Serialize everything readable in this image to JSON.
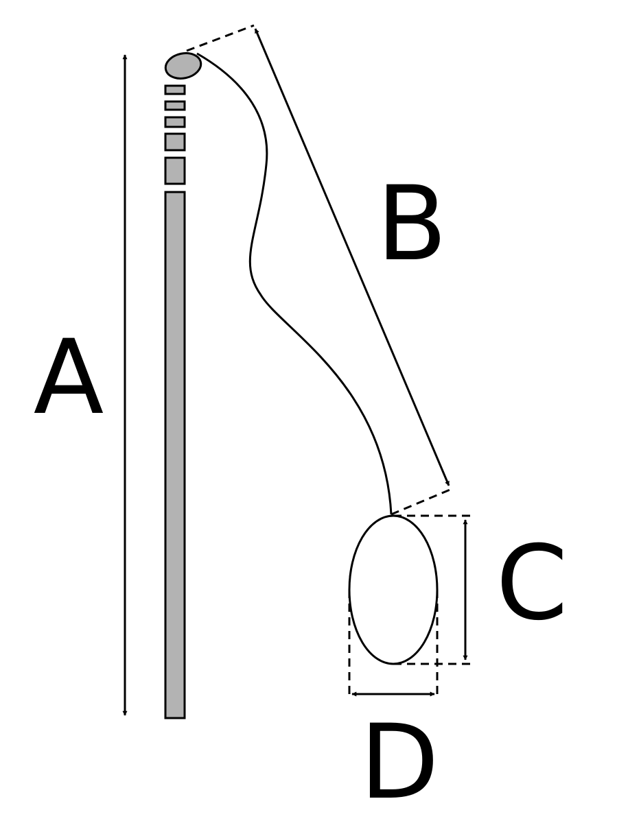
{
  "labels": {
    "a": "A",
    "b": "B",
    "c": "C",
    "d": "D"
  },
  "colors": {
    "stroke": "#000000",
    "segment_fill": "#b3b3b3",
    "background": "#ffffff"
  }
}
